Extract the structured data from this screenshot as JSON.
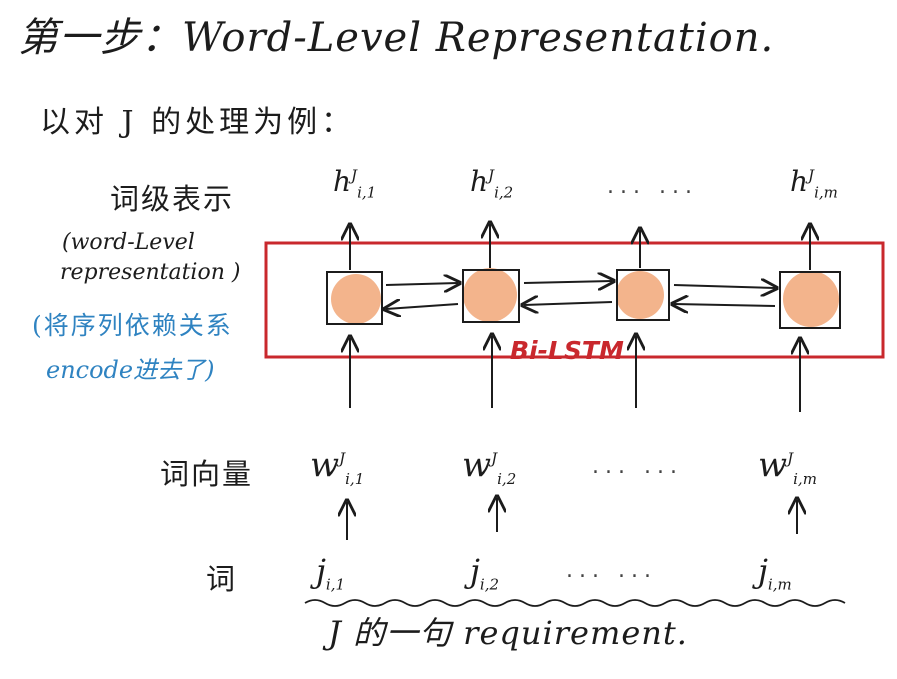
{
  "title": "第一步：Word-Level Representation.",
  "bullet": "以对 J 的处理为例：",
  "left_labels": {
    "word_level_cn": "词级表示",
    "word_level_en_1": "(word-Level",
    "word_level_en_2": "representation )",
    "note_1": "(将序列依赖关系",
    "note_2": "encode进去了)",
    "word_vector": "词向量",
    "word": "词"
  },
  "hidden": {
    "h1_base": "h",
    "h1_sup": "J",
    "h1_sub": "i,1",
    "h2_base": "h",
    "h2_sup": "J",
    "h2_sub": "i,2",
    "hm_base": "h",
    "hm_sup": "J",
    "hm_sub": "i,m",
    "dots": "... ..."
  },
  "bilstm_label": "Bi-LSTM",
  "vectors": {
    "w1_base": "w",
    "w1_sup": "J",
    "w1_sub": "i,1",
    "w2_base": "w",
    "w2_sup": "J",
    "w2_sub": "i,2",
    "wm_base": "w",
    "wm_sup": "J",
    "wm_sub": "i,m",
    "dots": "... ..."
  },
  "words": {
    "j1": "j",
    "j1_sub": "i,1",
    "j2": "j",
    "j2_sub": "i,2",
    "jm": "j",
    "jm_sub": "i,m",
    "dots": "... ..."
  },
  "caption": "J 的一句 requirement.",
  "colors": {
    "ink": "#1c1c1c",
    "note_blue": "#2f83c1",
    "box_red": "#c9282d",
    "cell_fill": "#f3b48c"
  }
}
